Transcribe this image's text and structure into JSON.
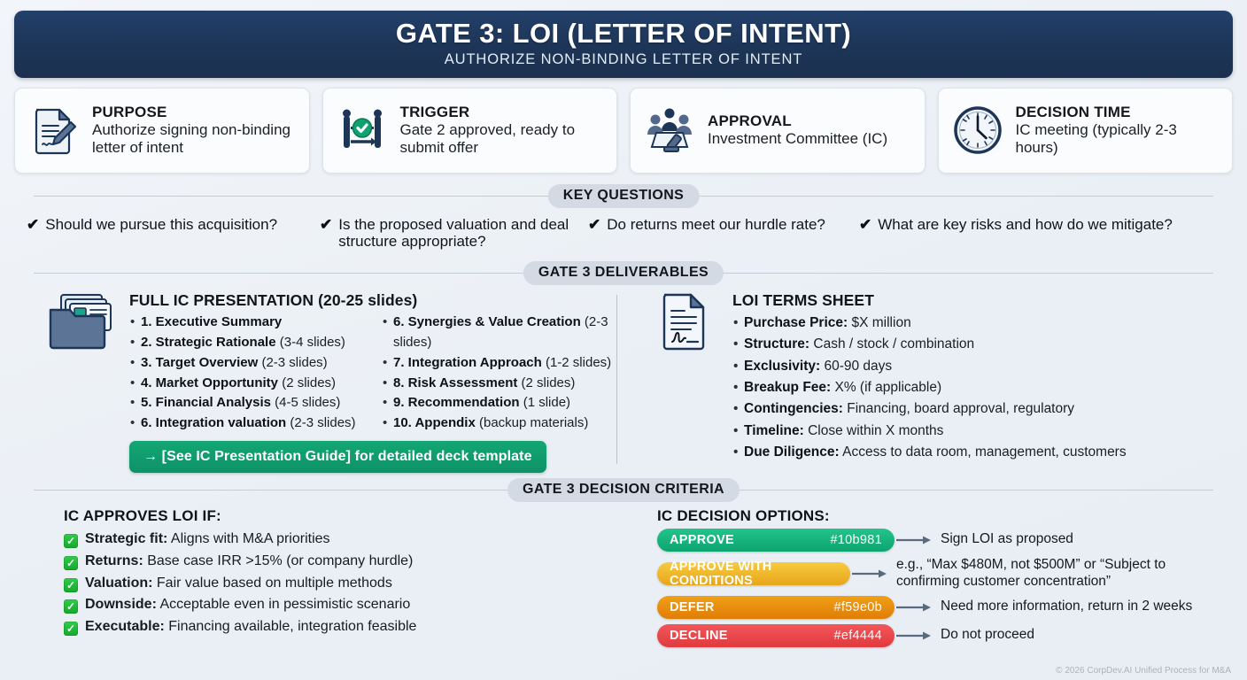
{
  "header": {
    "title": "GATE 3: LOI (LETTER OF INTENT)",
    "subtitle": "AUTHORIZE NON-BINDING LETTER OF INTENT",
    "bg_color": "#1d3557"
  },
  "cards": [
    {
      "icon": "document-pen-icon",
      "title": "PURPOSE",
      "desc": "Authorize signing non-binding letter of intent"
    },
    {
      "icon": "gate-check-icon",
      "title": "TRIGGER",
      "desc": "Gate 2 approved, ready to submit offer"
    },
    {
      "icon": "committee-gavel-icon",
      "title": "APPROVAL",
      "desc": "Investment Committee (IC)"
    },
    {
      "icon": "clock-icon",
      "title": "DECISION TIME",
      "desc": "IC meeting (typically 2-3 hours)"
    }
  ],
  "key_questions": {
    "band_label": "KEY QUESTIONS",
    "items": [
      "Should we pursue this acquisition?",
      "Is the proposed valuation and deal structure appropriate?",
      "Do returns meet our hurdle rate?",
      "What are key risks and how do we mitigate?"
    ]
  },
  "deliverables": {
    "band_label": "GATE 3 DELIVERABLES",
    "presentation": {
      "icon": "slides-folder-icon",
      "heading": "FULL IC PRESENTATION (20-25 slides)",
      "col1": [
        {
          "label": "1. Executive Summary",
          "note": ""
        },
        {
          "label": "2. Strategic Rationale",
          "note": " (3-4 slides)"
        },
        {
          "label": "3. Target Overview",
          "note": " (2-3 slides)"
        },
        {
          "label": "4. Market Opportunity",
          "note": " (2 slides)"
        },
        {
          "label": "5. Financial Analysis",
          "note": " (4-5 slides)"
        },
        {
          "label": "6.  Integration valuation",
          "note": " (2-3 slides)"
        }
      ],
      "col2": [
        {
          "label": "6. Synergies & Value Creation",
          "note": " (2-3 slides)"
        },
        {
          "label": "7. Integration Approach",
          "note": " (1-2 slides)"
        },
        {
          "label": "8. Risk Assessment",
          "note": " (2 slides)"
        },
        {
          "label": "9. Recommendation",
          "note": " (1 slide)"
        },
        {
          "label": "10. Appendix",
          "note": " (backup materials)"
        }
      ],
      "cta_label": "→ [See IC Presentation Guide] for detailed deck template",
      "cta_color": "#0e9268"
    },
    "terms_sheet": {
      "icon": "signed-document-icon",
      "heading": "LOI TERMS SHEET",
      "items": [
        {
          "label": "Purchase Price:",
          "value": " $X million"
        },
        {
          "label": "Structure:",
          "value": " Cash / stock / combination"
        },
        {
          "label": "Exclusivity:",
          "value": " 60-90 days"
        },
        {
          "label": "Breakup Fee:",
          "value": " X% (if applicable)"
        },
        {
          "label": "Contingencies:",
          "value": " Financing, board approval, regulatory"
        },
        {
          "label": "Timeline:",
          "value": " Close within X months"
        },
        {
          "label": "Due Diligence:",
          "value": " Access to data room, management, customers"
        }
      ]
    }
  },
  "criteria": {
    "band_label": "GATE 3 DECISION CRITERIA",
    "approve_heading": "IC APPROVES LOI IF:",
    "approve_items": [
      {
        "label": "Strategic fit:",
        "value": " Aligns with M&A priorities"
      },
      {
        "label": "Returns:",
        "value": " Base case IRR >15% (or company hurdle)"
      },
      {
        "label": "Valuation:",
        "value": " Fair value based on multiple methods"
      },
      {
        "label": "Downside:",
        "value": " Acceptable even in pessimistic scenario"
      },
      {
        "label": "Executable:",
        "value": " Financing available, integration feasible"
      }
    ],
    "options_heading": "IC DECISION OPTIONS:",
    "options": [
      {
        "badge": "APPROVE",
        "hex": "#10b981",
        "color": "#10b981",
        "desc": "Sign LOI as proposed"
      },
      {
        "badge": "APPROVE WITH CONDITIONS",
        "hex": "",
        "color": "#eab308",
        "desc": "e.g., “Max $480M, not $500M” or “Subject to confirming customer concentration”"
      },
      {
        "badge": "DEFER",
        "hex": "#f59e0b",
        "color": "#ef8b0a",
        "desc": "Need more information, return in 2 weeks"
      },
      {
        "badge": "DECLINE",
        "hex": "#ef4444",
        "color": "#ef4444",
        "desc": "Do not proceed"
      }
    ]
  },
  "footer": "© 2026 CorpDev.AI Unified Process for M&A"
}
